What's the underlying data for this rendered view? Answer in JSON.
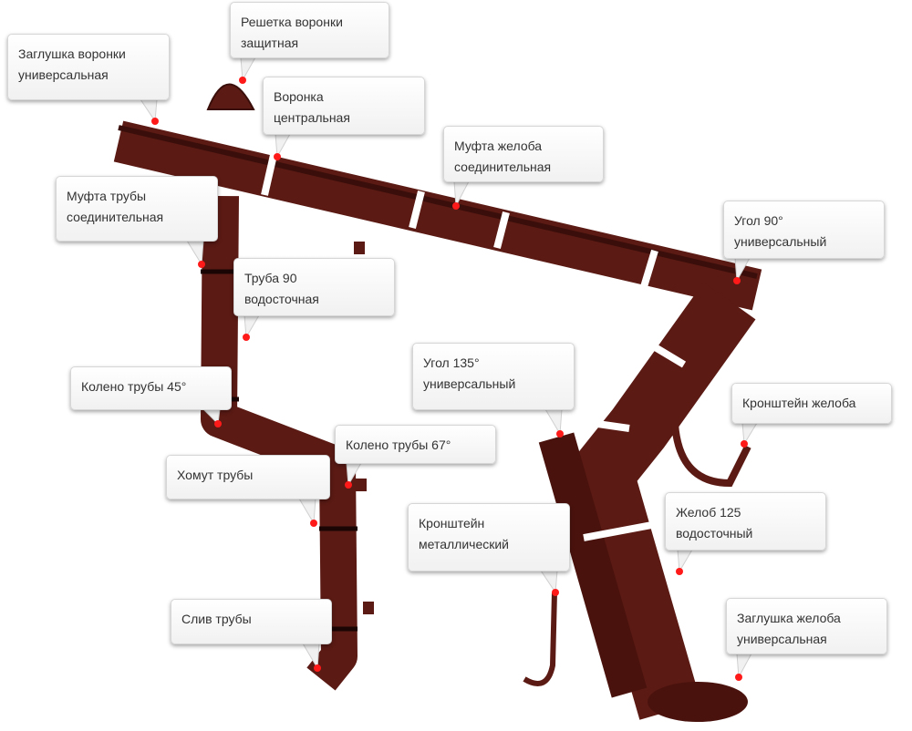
{
  "title": "Водосточная система — схема элементов",
  "colors": {
    "product": "#5b1a14",
    "product_dark": "#3a0e0a",
    "band": "#ffffff",
    "marker": "#ff1a1a"
  },
  "callouts": [
    {
      "label": "Заглушка воронки\nуниверсальная"
    },
    {
      "label": "Решетка воронки\nзащитная"
    },
    {
      "label": "Воронка\nцентральная"
    },
    {
      "label": "Муфта желоба\nсоединительная"
    },
    {
      "label": "Угол 90°\nуниверсальный"
    },
    {
      "label": "Муфта трубы\nсоединительная"
    },
    {
      "label": "Труба 90\nводосточная"
    },
    {
      "label": "Колено трубы 45°"
    },
    {
      "label": "Угол 135°\nуниверсальный"
    },
    {
      "label": "Кронштейн желоба"
    },
    {
      "label": "Колено трубы 67°"
    },
    {
      "label": "Хомут трубы"
    },
    {
      "label": "Кронштейн\nметаллический"
    },
    {
      "label": "Желоб 125\nводосточный"
    },
    {
      "label": "Слив трубы"
    },
    {
      "label": "Заглушка желоба\nуниверсальная"
    }
  ]
}
